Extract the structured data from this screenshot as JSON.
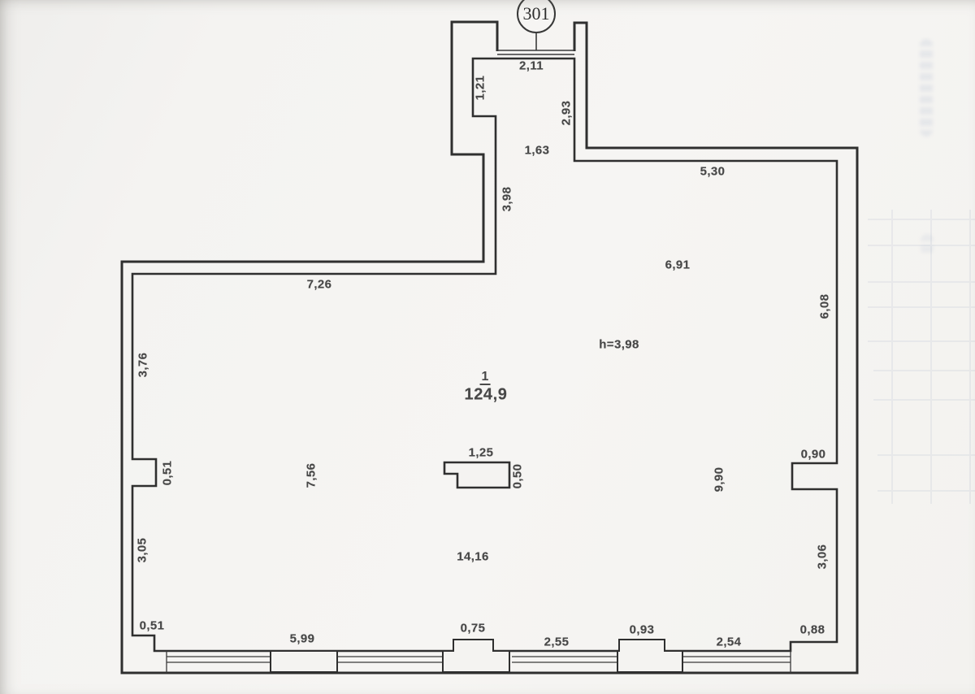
{
  "plan": {
    "unit_number": "301",
    "room_index": "1",
    "room_area": "124,9",
    "ceiling_height": "h=3,98"
  },
  "labels": {
    "top_opening": "2,11",
    "vestibule_left_jog": "1,21",
    "vestibule_right_wall": "2,93",
    "vestibule_width": "1,63",
    "vestibule_length": "3,98",
    "north_east_wall": "5,30",
    "right_section_width": "6,91",
    "east_wall_upper": "6,08",
    "north_west_wall": "7,26",
    "west_wall_upper": "3,76",
    "west_niche": "0,51",
    "west_mid_span": "7,56",
    "column_width": "1,25",
    "column_depth": "0,50",
    "east_inner_span": "9,90",
    "east_niche": "0,90",
    "west_wall_lower": "3,05",
    "total_inner_width": "14,16",
    "east_wall_lower": "3,06",
    "south_west_step": "0,51",
    "window_bay_1": "5,99",
    "pier_1": "0,75",
    "window_bay_2": "2,55",
    "pier_2": "0,93",
    "window_bay_3": "2,54",
    "south_east_step": "0,88"
  },
  "colors": {
    "wall_line": "#2f2f2f",
    "dim_text": "#474747",
    "paper": "#f4f3f1",
    "bleed_through": "#97a6c4"
  }
}
